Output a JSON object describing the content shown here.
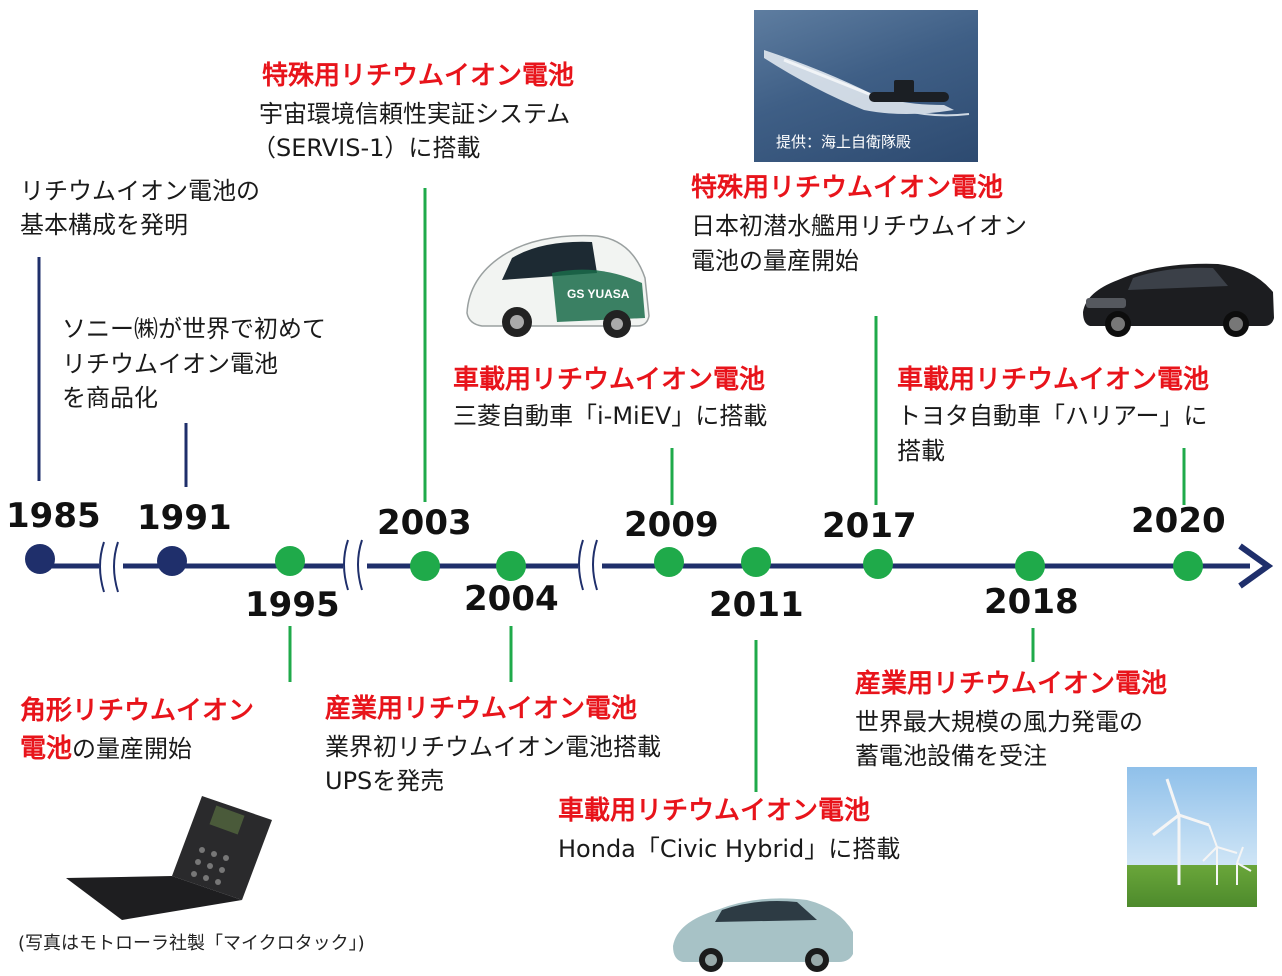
{
  "events": {
    "e1985": {
      "year": "1985",
      "line1": "リチウムイオン電池の",
      "line2": "基本構成を発明"
    },
    "e1991": {
      "year": "1991",
      "line1": "ソニー㈱が世界で初めて",
      "line2": "リチウムイオン電池",
      "line3": "を商品化"
    },
    "e1995": {
      "year": "1995",
      "red1": "角形リチウムイオン",
      "red2": "電池",
      "rest2": "の量産開始",
      "photo_caption": "(写真はモトローラ社製「マイクロタック」)"
    },
    "e2003": {
      "year": "2003",
      "heading": "特殊用リチウムイオン電池",
      "line1": "宇宙環境信頼性実証システム",
      "line2": "（SERVIS-1）に搭載"
    },
    "e2004": {
      "year": "2004",
      "heading": "産業用リチウムイオン電池",
      "line1": "業界初リチウムイオン電池搭載",
      "line2": "UPSを発売"
    },
    "e2009": {
      "year": "2009",
      "heading": "車載用リチウムイオン電池",
      "line1": "三菱自動車「i-MiEV」に搭載"
    },
    "e2011": {
      "year": "2011",
      "heading": "車載用リチウムイオン電池",
      "line1": "Honda「Civic Hybrid」に搭載"
    },
    "e2017": {
      "year": "2017",
      "heading": "特殊用リチウムイオン電池",
      "line1": "日本初潜水艦用リチウムイオン",
      "line2": "電池の量産開始",
      "photo_caption": "提供：海上自衛隊殿"
    },
    "e2018": {
      "year": "2018",
      "heading": "産業用リチウムイオン電池",
      "line1": "世界最大規模の風力発電の",
      "line2": "蓄電池設備を受注"
    },
    "e2020": {
      "year": "2020",
      "heading": "車載用リチウムイオン電池",
      "line1": "トヨタ自動車「ハリアー」に",
      "line2": "搭載"
    }
  },
  "car_logo_text": "GS YUASA",
  "colors": {
    "axis": "#1f2f6b",
    "green": "#1faa4a",
    "red": "#e8141b",
    "navy": "#1f2f6b"
  }
}
